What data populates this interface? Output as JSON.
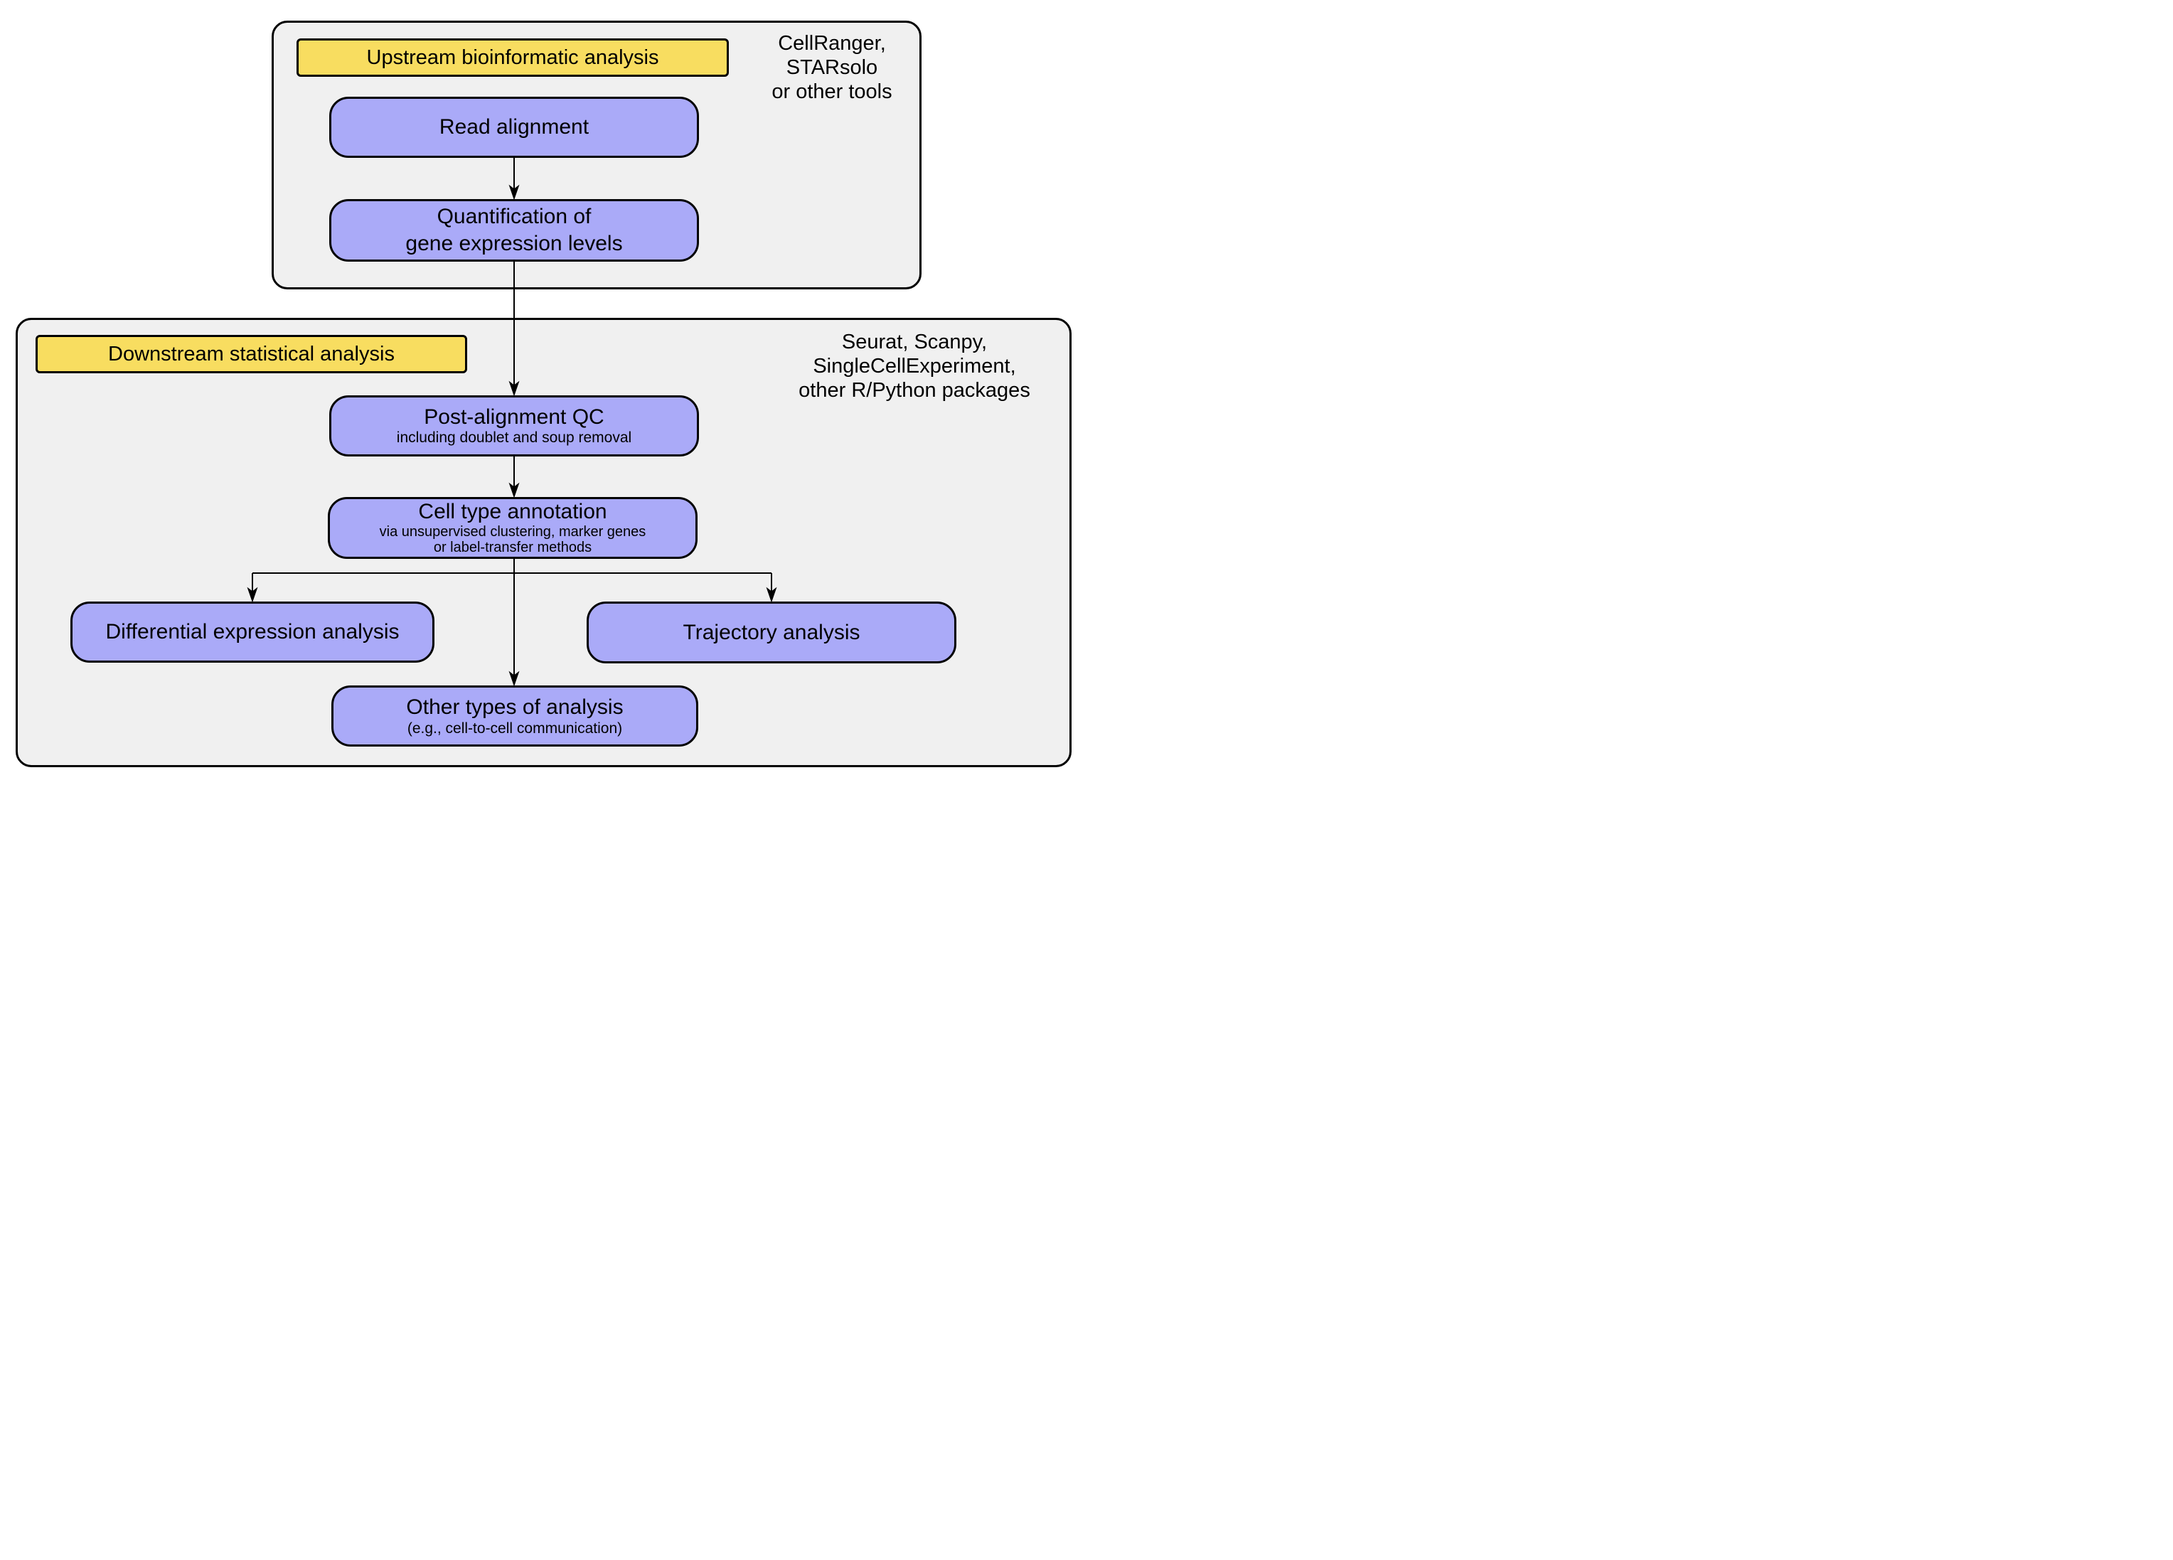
{
  "colors": {
    "box_purple": "#aaaaf8",
    "label_yellow": "#f8dd60",
    "container_gray": "#f0f0f0",
    "line_black": "#000000"
  },
  "upstream_section": {
    "label": "Upstream bioinformatic analysis",
    "tools_note": "CellRanger,\nSTARsolo\nor other tools",
    "nodes": {
      "read_alignment": {
        "title": "Read alignment"
      },
      "quantification": {
        "title": "Quantification of\ngene expression levels"
      }
    }
  },
  "downstream_section": {
    "label": "Downstream statistical analysis",
    "tools_note": "Seurat, Scanpy,\nSingleCellExperiment,\nother R/Python packages",
    "nodes": {
      "post_alignment_qc": {
        "title": "Post-alignment QC",
        "subtitle": "including doublet and soup removal"
      },
      "cell_type_annotation": {
        "title": "Cell type annotation",
        "subtitle": "via unsupervised clustering, marker genes\nor label-transfer methods"
      },
      "differential_expression": {
        "title": "Differential expression analysis"
      },
      "trajectory_analysis": {
        "title": "Trajectory analysis"
      },
      "other_types": {
        "title": "Other types of analysis",
        "subtitle": "(e.g.,  cell-to-cell communication)"
      }
    }
  }
}
